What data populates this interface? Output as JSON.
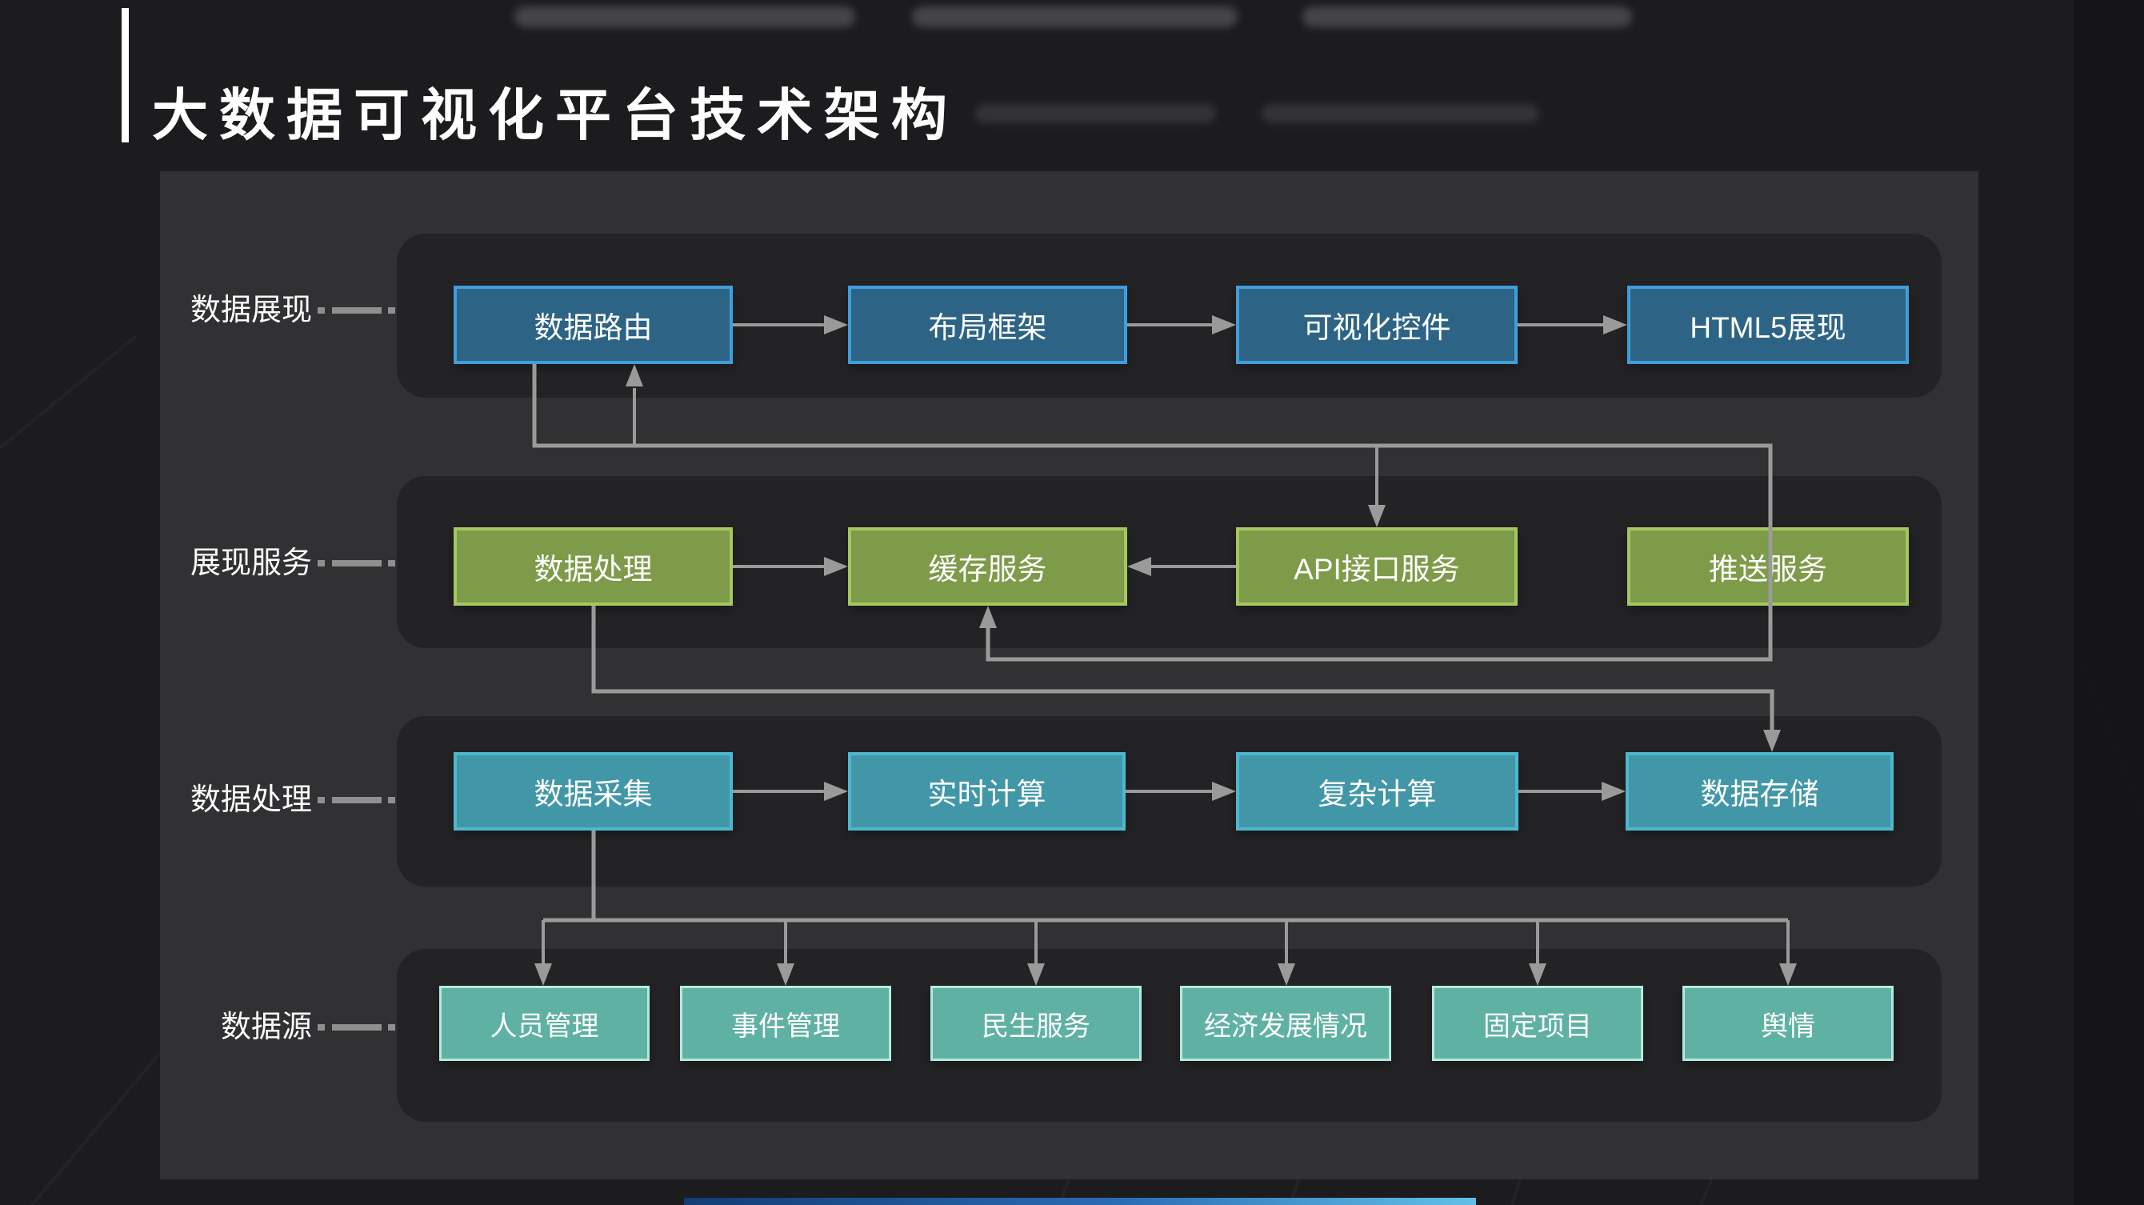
{
  "slide": {
    "title": "大数据可视化平台技术架构"
  },
  "diagram": {
    "rows": [
      {
        "label": "数据展现",
        "fill": "#2d6486",
        "border": "#3f9edb",
        "boxes": [
          {
            "label": "数据路由"
          },
          {
            "label": "布局框架"
          },
          {
            "label": "可视化控件"
          },
          {
            "label": "HTML5展现"
          }
        ]
      },
      {
        "label": "展现服务",
        "fill": "#7e9b49",
        "border": "#a5c75f",
        "boxes": [
          {
            "label": "数据处理"
          },
          {
            "label": "缓存服务"
          },
          {
            "label": "API接口服务"
          },
          {
            "label": "推送服务"
          }
        ]
      },
      {
        "label": "数据处理",
        "fill": "#4197a8",
        "border": "#4db8cd",
        "boxes": [
          {
            "label": "数据采集"
          },
          {
            "label": "实时计算"
          },
          {
            "label": "复杂计算"
          },
          {
            "label": "数据存储"
          }
        ]
      },
      {
        "label": "数据源",
        "fill": "#5fb1a3",
        "border": "#b4ebdd",
        "boxes": [
          {
            "label": "人员管理"
          },
          {
            "label": "事件管理"
          },
          {
            "label": "民生服务"
          },
          {
            "label": "经济发展情况"
          },
          {
            "label": "固定项目"
          },
          {
            "label": "舆情"
          }
        ]
      }
    ],
    "edges": [
      {
        "from": "数据路由",
        "to": "布局框架"
      },
      {
        "from": "布局框架",
        "to": "可视化控件"
      },
      {
        "from": "可视化控件",
        "to": "HTML5展现"
      },
      {
        "from": "数据处理",
        "to": "缓存服务"
      },
      {
        "from": "API接口服务",
        "to": "缓存服务"
      },
      {
        "from": "数据路由",
        "to": "API接口服务"
      },
      {
        "from": "推送服务",
        "to": "数据路由"
      },
      {
        "from": "推送服务",
        "to": "缓存服务"
      },
      {
        "from": "数据处理",
        "to": "数据存储"
      },
      {
        "from": "数据采集",
        "to": "实时计算"
      },
      {
        "from": "实时计算",
        "to": "复杂计算"
      },
      {
        "from": "复杂计算",
        "to": "数据存储"
      },
      {
        "from": "数据采集",
        "to": "人员管理"
      },
      {
        "from": "数据采集",
        "to": "事件管理"
      },
      {
        "from": "数据采集",
        "to": "民生服务"
      },
      {
        "from": "数据采集",
        "to": "经济发展情况"
      },
      {
        "from": "数据采集",
        "to": "固定项目"
      },
      {
        "from": "数据采集",
        "to": "舆情"
      }
    ],
    "line_color": "#9a9a9a"
  }
}
